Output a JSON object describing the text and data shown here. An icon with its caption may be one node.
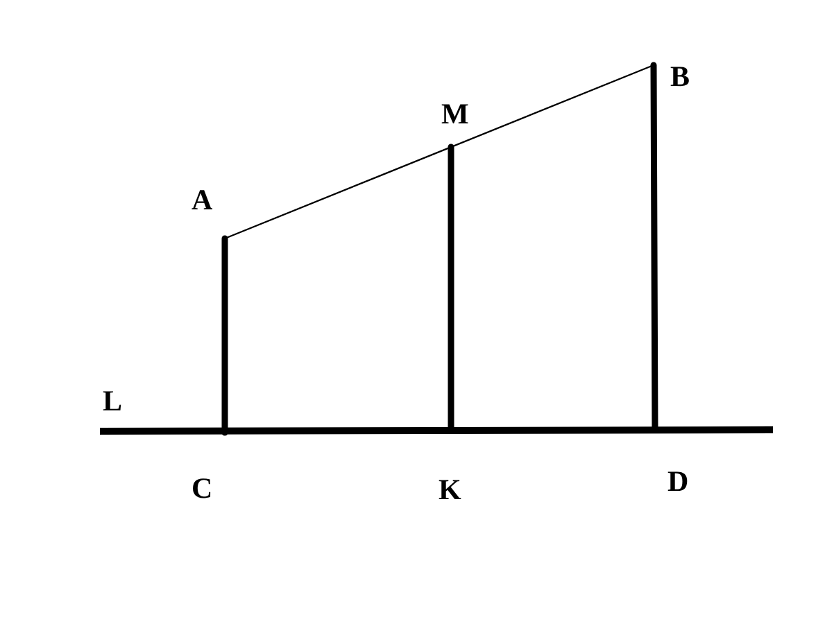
{
  "diagram": {
    "nodes": [
      {
        "text": [
          "A"
        ]
      },
      {
        "text": [
          "M"
        ]
      },
      {
        "text": [
          "B"
        ]
      },
      {
        "text": [
          "C"
        ]
      },
      {
        "text": [
          "K"
        ]
      },
      {
        "text": [
          "D"
        ]
      }
    ],
    "edges": [
      {
        "from": 0,
        "to": 2,
        "arrow": "none"
      },
      {
        "from": 0,
        "to": 3,
        "arrow": "none"
      },
      {
        "from": 1,
        "to": 4,
        "arrow": "none"
      },
      {
        "from": 2,
        "to": 5,
        "arrow": "none"
      }
    ],
    "labels": [
      "L"
    ]
  }
}
